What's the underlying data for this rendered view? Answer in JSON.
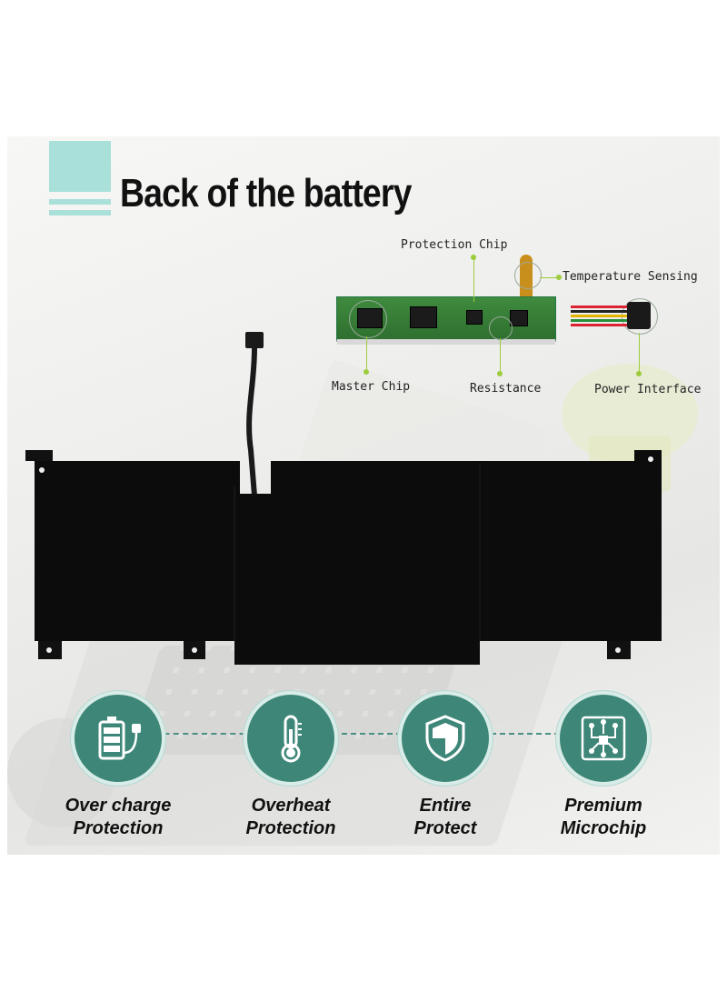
{
  "title": "Back of the battery",
  "callouts": {
    "protection_chip": "Protection Chip",
    "temperature_sensing": "Temperature Sensing",
    "master_chip": "Master Chip",
    "resistance": "Resistance",
    "power_interface": "Power Interface"
  },
  "features": [
    {
      "line1": "Over charge",
      "line2": "Protection",
      "icon": "battery-charge-icon"
    },
    {
      "line1": "Overheat",
      "line2": "Protection",
      "icon": "thermometer-icon"
    },
    {
      "line1": "Entire",
      "line2": "Protect",
      "icon": "shield-icon"
    },
    {
      "line1": "Premium",
      "line2": "Microchip",
      "icon": "microchip-icon"
    }
  ],
  "colors": {
    "accent_teal": "#3e8778",
    "title_deco": "#a9e0d9",
    "callout_green": "#9ccc3c",
    "battery_black": "#0c0c0c"
  }
}
